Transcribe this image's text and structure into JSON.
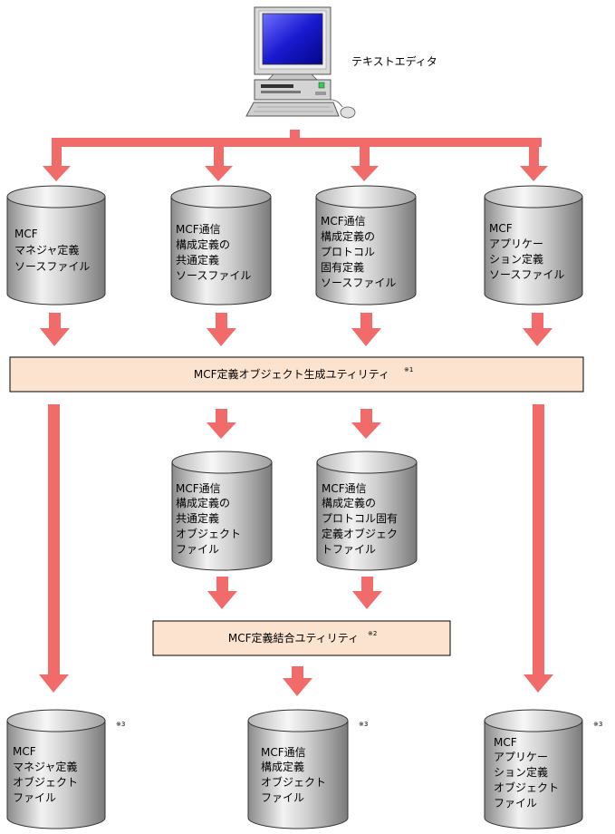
{
  "editor": {
    "label": "テキストエディタ"
  },
  "sources": [
    {
      "lines": [
        "MCF",
        "マネジャ定義",
        "ソースファイル"
      ]
    },
    {
      "lines": [
        "MCF通信",
        "構成定義の",
        "共通定義",
        "ソースファイル"
      ]
    },
    {
      "lines": [
        "MCF通信",
        "構成定義の",
        "プロトコル",
        "固有定義",
        "ソースファイル"
      ]
    },
    {
      "lines": [
        "MCF",
        "アプリケー",
        "ション定義",
        "ソースファイル"
      ]
    }
  ],
  "utility1": {
    "label": "MCF定義オブジェクト生成ユティリティ",
    "note": "※1"
  },
  "intermediates": [
    {
      "lines": [
        "MCF通信",
        "構成定義の",
        "共通定義",
        "オブジェクト",
        "ファイル"
      ]
    },
    {
      "lines": [
        "MCF通信",
        "構成定義の",
        "プロトコル固有",
        "定義オブジェク",
        "トファイル"
      ]
    }
  ],
  "utility2": {
    "label": "MCF定義結合ユティリティ",
    "note": "※2"
  },
  "outputs": [
    {
      "lines": [
        "MCF",
        "マネジャ定義",
        "オブジェクト",
        "ファイル"
      ],
      "note": "※3"
    },
    {
      "lines": [
        "MCF通信",
        "構成定義",
        "オブジェクト",
        "ファイル"
      ],
      "note": "※3"
    },
    {
      "lines": [
        "MCF",
        "アプリケー",
        "ション定義",
        "オブジェクト",
        "ファイル"
      ],
      "note": "※3"
    }
  ]
}
